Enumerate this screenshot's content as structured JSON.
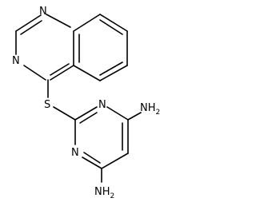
{
  "molecule": {
    "atoms": {
      "n_top": "N",
      "n_left": "N",
      "s_link": "S",
      "n_pyr_upper": "N",
      "n_pyr_lower": "N",
      "nh2_upper_main": "NH",
      "nh2_upper_sub": "2",
      "nh2_lower_main": "NH",
      "nh2_lower_sub": "2"
    },
    "colors": {
      "bond": "#000000",
      "label": "#000000",
      "background": "#ffffff"
    }
  }
}
